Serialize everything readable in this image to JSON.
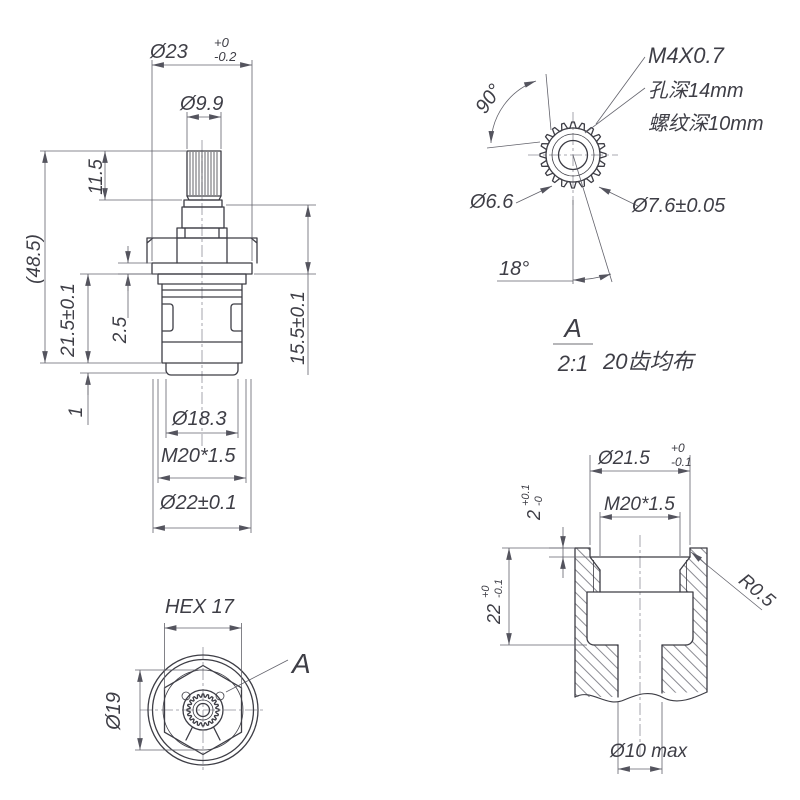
{
  "colors": {
    "background": "#ffffff",
    "line": "#3d3d45",
    "dimension": "#62626b",
    "text": "#3e3e46",
    "centerline": "#8f8f98"
  },
  "front_view": {
    "flange_dia": "Ø23",
    "flange_dia_tol_plus": "+0",
    "flange_dia_tol_minus": "-0.2",
    "stem_dia": "Ø9.9",
    "stem_height": "11.5",
    "overall_height": "(48.5)",
    "lower_height": "21.5±0.1",
    "flange_thickness": "2.5",
    "base_step": "1",
    "mid_height": "15.5±0.1",
    "base_dia": "Ø18.3",
    "thread": "M20*1.5",
    "body_dia": "Ø22±0.1"
  },
  "detail_view": {
    "angle_between_teeth": "90°",
    "thread_callout": "M4X0.7",
    "hole_depth_note": "孔深14mm",
    "thread_depth_note": "螺纹深10mm",
    "root_dia": "Ø6.6",
    "tip_dia": "Ø7.6±0.05",
    "tooth_angle": "18°",
    "detail_label": "A",
    "detail_scale": "2:1",
    "teeth_note": "20齿均布"
  },
  "bottom_view": {
    "hex": "HEX 17",
    "outer_dia": "Ø19",
    "detail_ref": "A"
  },
  "section_view": {
    "bore_dia": "Ø21.5",
    "bore_tol_plus": "+0",
    "bore_tol_minus": "-0.1",
    "thread": "M20*1.5",
    "counterbore_depth": "2",
    "counterbore_tol_plus": "+0.1",
    "counterbore_tol_minus": "-0",
    "depth": "22",
    "depth_tol_plus": "+0",
    "depth_tol_minus": "-0.1",
    "corner_radius": "R0.5",
    "hole_dia": "Ø10 max"
  }
}
